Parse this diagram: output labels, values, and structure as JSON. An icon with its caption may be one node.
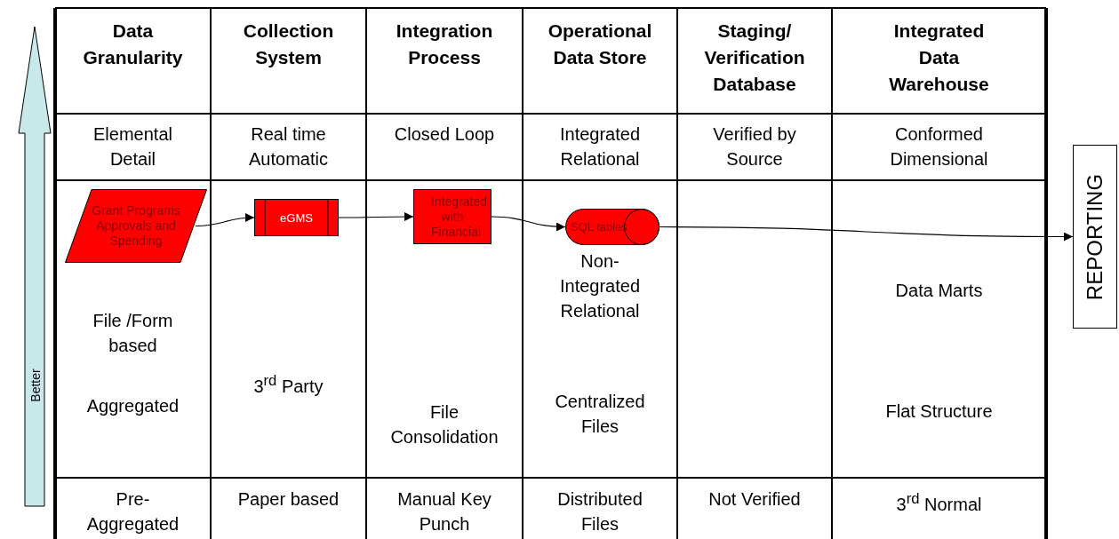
{
  "diagram": {
    "nodes": [
      {
        "text": [
          "Grant Programs Approvals and Spending"
        ]
      },
      {
        "text": [
          "eGMS"
        ]
      },
      {
        "text": [
          "Integrated with Financial"
        ]
      },
      {
        "text": [
          "SQL tables"
        ]
      },
      {
        "text": [
          "REPORTING"
        ]
      }
    ],
    "edges": [
      {
        "from": 0,
        "to": 1,
        "arrow": "to"
      },
      {
        "from": 1,
        "to": 2,
        "arrow": "to"
      },
      {
        "from": 2,
        "to": 3,
        "arrow": "to"
      },
      {
        "from": 3,
        "to": 4,
        "arrow": "to"
      }
    ],
    "labels": [
      "Data Granularity",
      "Collection System",
      "Integration Process",
      "Operational Data Store",
      "Staging/ Verification Database",
      "Integrated Data Warehouse",
      "Elemental Detail",
      "Real time Automatic",
      "Closed Loop",
      "Integrated Relational",
      "Verified by Source",
      "Conformed Dimensional",
      "Non-Integrated Relational",
      "Data Marts",
      "File /Form based",
      "3$^{rd}$ Party",
      "Aggregated",
      "Centralized Files",
      "Flat Structure",
      "File Consolidation",
      "Pre-Aggregated",
      "Paper based",
      "Manual Key Punch",
      "Distributed Files",
      "Not Verified",
      "3$^{rd}$ Normal",
      "Better"
    ]
  }
}
